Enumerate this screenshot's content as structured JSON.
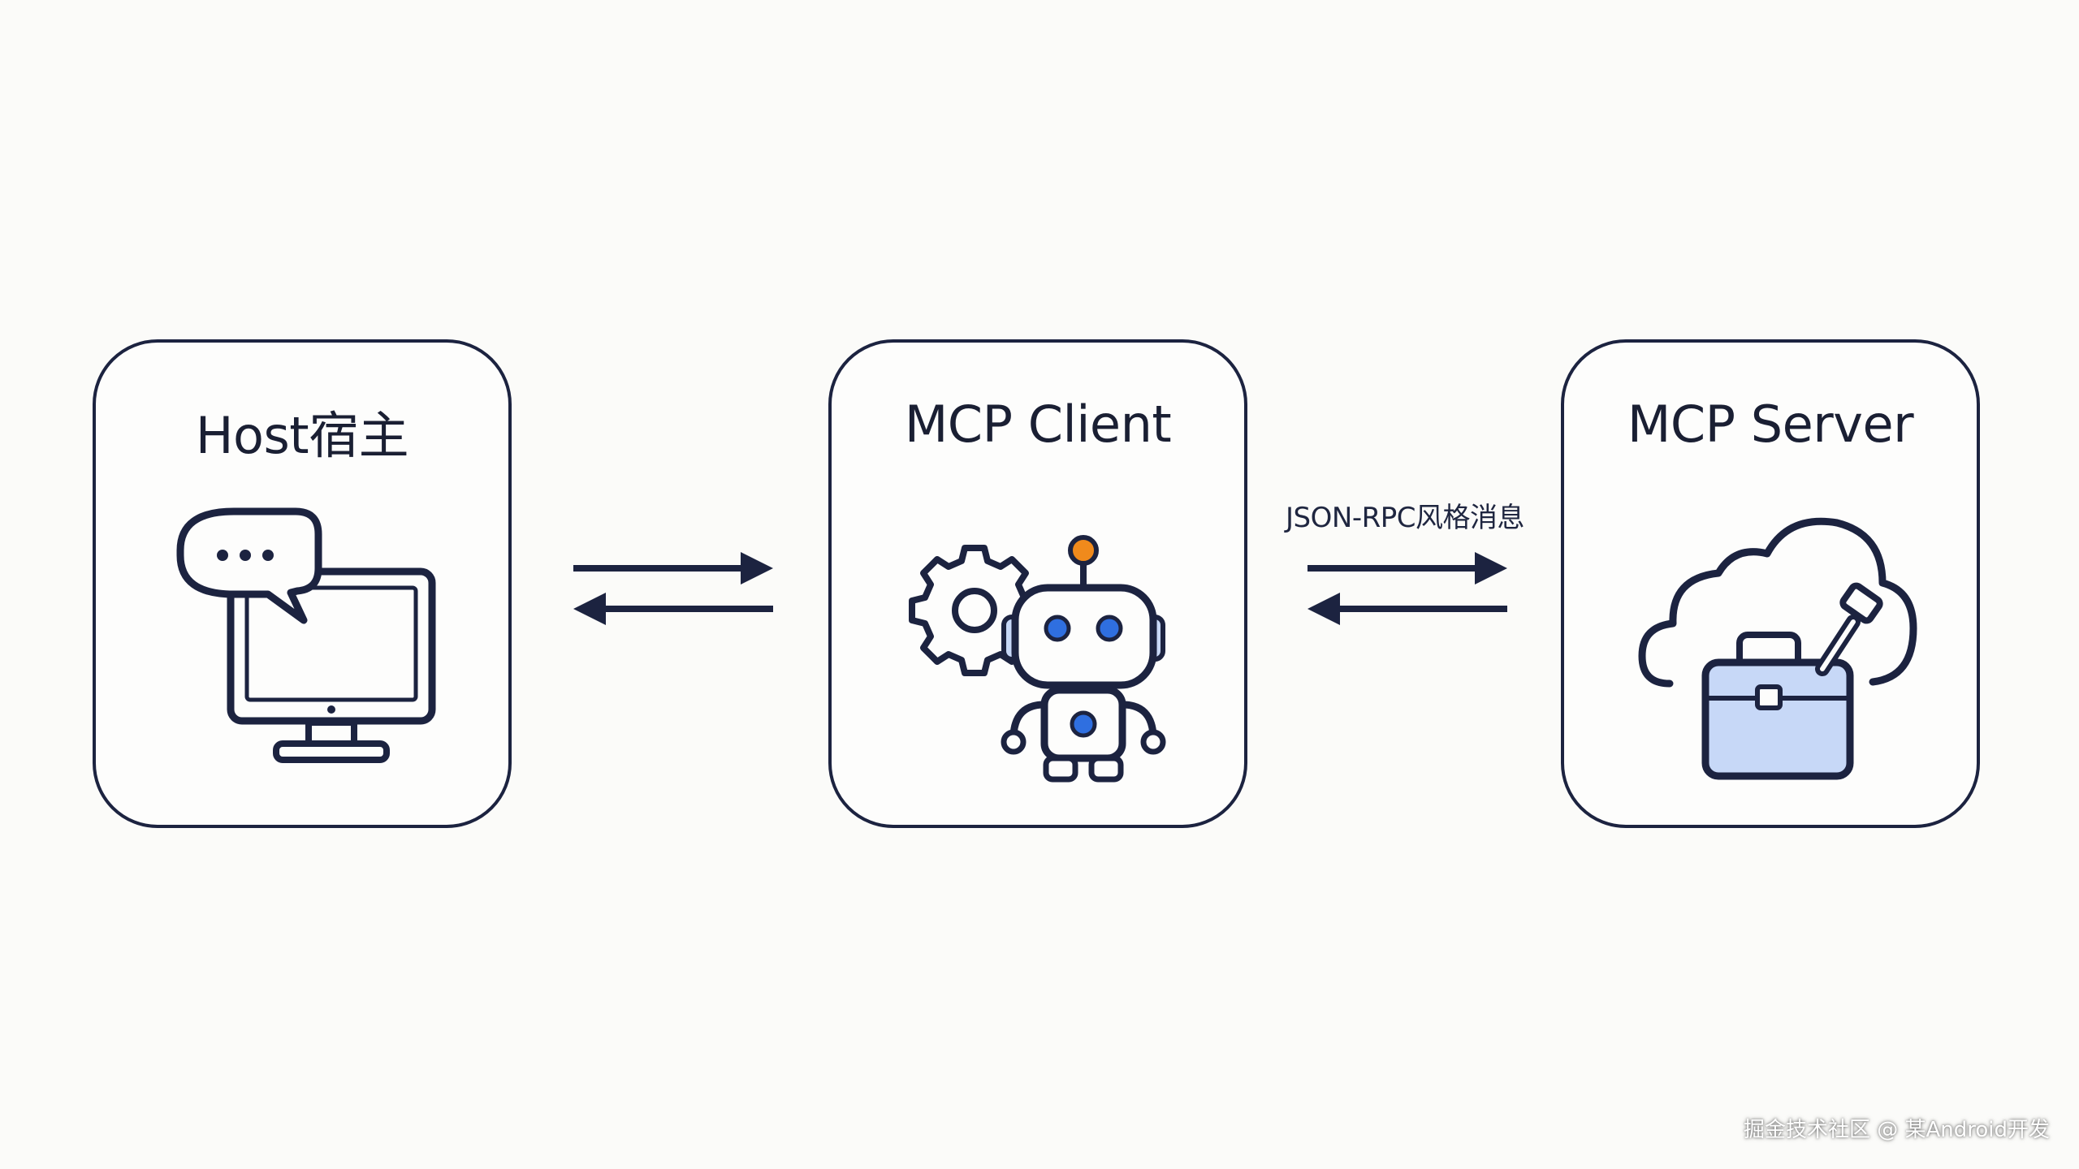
{
  "diagram": {
    "nodes": [
      {
        "id": "host",
        "title": "Host宿主",
        "icon": "chat-computer-icon"
      },
      {
        "id": "client",
        "title": "MCP Client",
        "icon": "gear-robot-icon"
      },
      {
        "id": "server",
        "title": "MCP Server",
        "icon": "cloud-toolbox-icon"
      }
    ],
    "edges": [
      {
        "from": "host",
        "to": "client",
        "label": "",
        "direction": "bidirectional"
      },
      {
        "from": "client",
        "to": "server",
        "label": "JSON-RPC风格消息",
        "direction": "bidirectional"
      }
    ]
  },
  "watermark": "掘金技术社区 @ 某Android开发",
  "colors": {
    "stroke": "#1c2340",
    "accent_blue": "#2f6fe0",
    "accent_light_blue": "#c7d8f7",
    "accent_orange": "#f08a1c",
    "background": "#fbfbf9"
  }
}
